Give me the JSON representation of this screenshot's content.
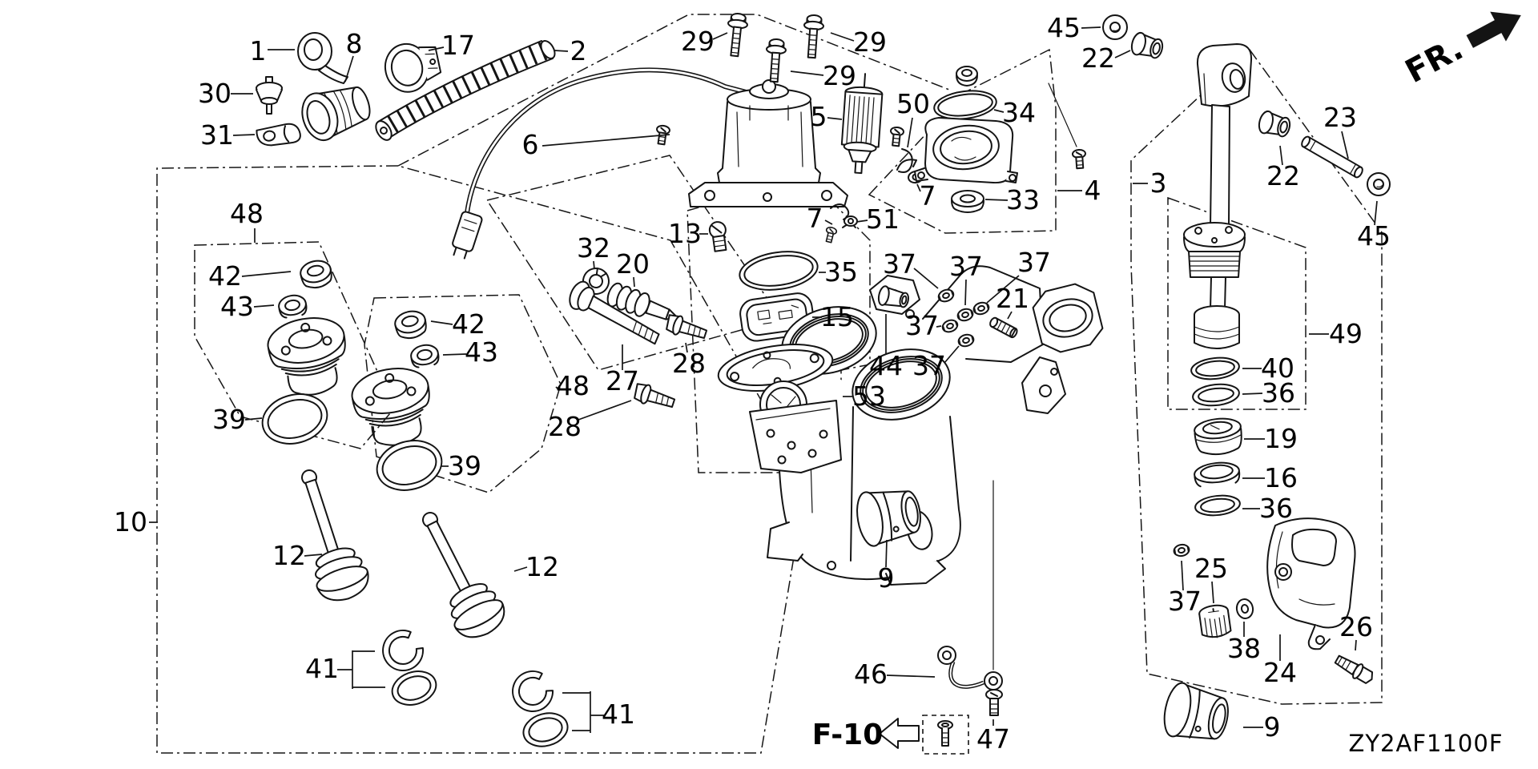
{
  "diagram": {
    "part_code": "ZY2AF1100F",
    "front_indicator": "FR.",
    "reference_label": "F-10"
  },
  "callouts": [
    {
      "text": "1"
    },
    {
      "text": "8"
    },
    {
      "text": "17"
    },
    {
      "text": "2"
    },
    {
      "text": "30"
    },
    {
      "text": "31"
    },
    {
      "text": "6"
    },
    {
      "text": "29"
    },
    {
      "text": "29"
    },
    {
      "text": "29"
    },
    {
      "text": "5"
    },
    {
      "text": "50"
    },
    {
      "text": "45"
    },
    {
      "text": "22"
    },
    {
      "text": "23"
    },
    {
      "text": "22"
    },
    {
      "text": "45"
    },
    {
      "text": "13"
    },
    {
      "text": "7"
    },
    {
      "text": "51"
    },
    {
      "text": "7"
    },
    {
      "text": "34"
    },
    {
      "text": "33"
    },
    {
      "text": "4"
    },
    {
      "text": "3"
    },
    {
      "text": "32"
    },
    {
      "text": "20"
    },
    {
      "text": "27"
    },
    {
      "text": "28"
    },
    {
      "text": "28"
    },
    {
      "text": "35"
    },
    {
      "text": "15"
    },
    {
      "text": "53"
    },
    {
      "text": "44"
    },
    {
      "text": "37"
    },
    {
      "text": "37"
    },
    {
      "text": "37"
    },
    {
      "text": "37"
    },
    {
      "text": "37"
    },
    {
      "text": "21"
    },
    {
      "text": "48"
    },
    {
      "text": "42"
    },
    {
      "text": "43"
    },
    {
      "text": "39"
    },
    {
      "text": "42"
    },
    {
      "text": "43"
    },
    {
      "text": "48"
    },
    {
      "text": "39"
    },
    {
      "text": "10"
    },
    {
      "text": "12"
    },
    {
      "text": "12"
    },
    {
      "text": "41"
    },
    {
      "text": "41"
    },
    {
      "text": "9"
    },
    {
      "text": "46"
    },
    {
      "text": "47"
    },
    {
      "text": "49"
    },
    {
      "text": "40"
    },
    {
      "text": "36"
    },
    {
      "text": "19"
    },
    {
      "text": "16"
    },
    {
      "text": "36"
    },
    {
      "text": "37"
    },
    {
      "text": "25"
    },
    {
      "text": "38"
    },
    {
      "text": "24"
    },
    {
      "text": "26"
    },
    {
      "text": "9"
    }
  ]
}
